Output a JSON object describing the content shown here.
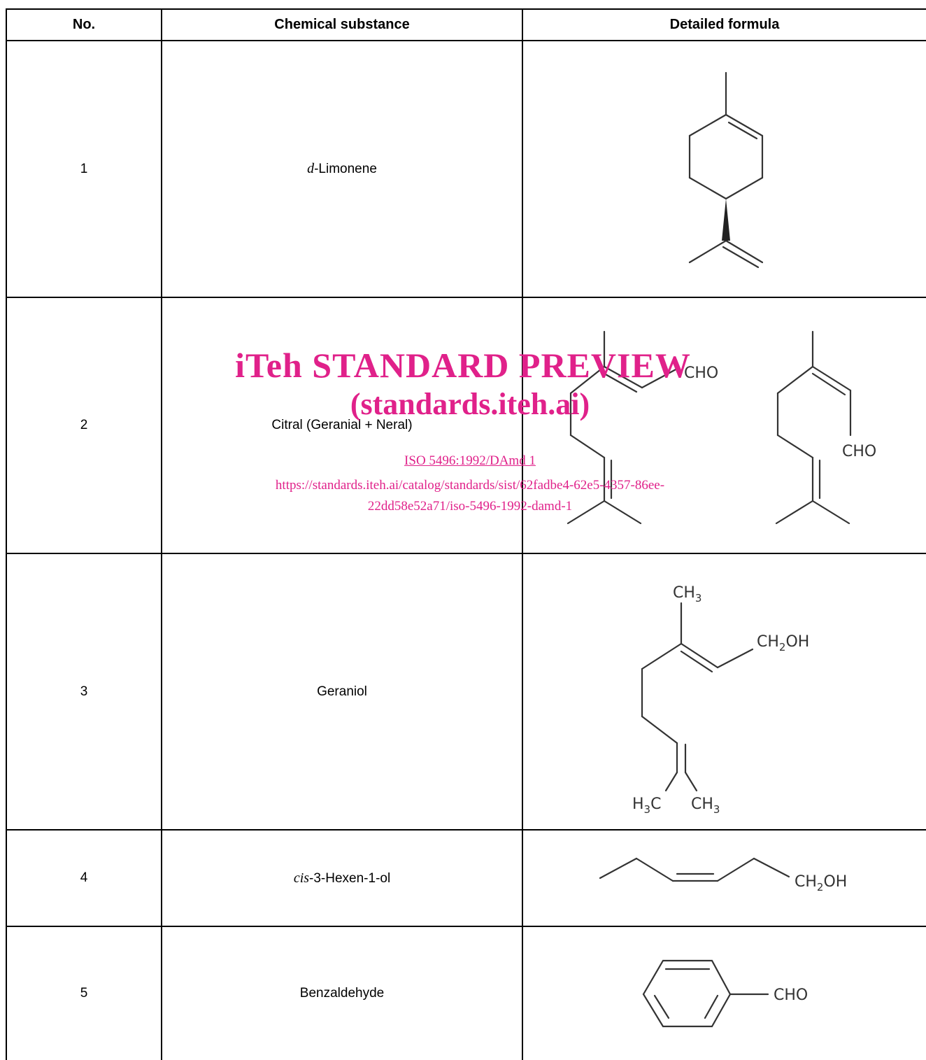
{
  "table": {
    "headers": {
      "no": "No.",
      "substance": "Chemical substance",
      "formula": "Detailed formula"
    },
    "rows": [
      {
        "no": "1",
        "prefix": "d",
        "name": "-Limonene",
        "formula_labels": []
      },
      {
        "no": "2",
        "prefix": "",
        "name": "Citral (Geranial + Neral)",
        "formula_labels": [
          "CHO",
          "CHO"
        ]
      },
      {
        "no": "3",
        "prefix": "",
        "name": "Geraniol",
        "formula_labels": [
          "CH",
          "3",
          "CH",
          "2",
          "OH",
          "H",
          "3",
          "C",
          "CH",
          "3"
        ]
      },
      {
        "no": "4",
        "prefix": "cis",
        "name": "-3-Hexen-1-ol",
        "formula_labels": [
          "CH",
          "2",
          "OH"
        ]
      },
      {
        "no": "5",
        "prefix": "",
        "name": "Benzaldehyde",
        "formula_labels": [
          "CHO"
        ]
      }
    ]
  },
  "watermark": {
    "line1": "iTeh STANDARD PREVIEW",
    "line2": "(standards.iteh.ai)",
    "line3": "ISO 5496:1992/DAmd 1",
    "line4": "https://standards.iteh.ai/catalog/standards/sist/62fadbe4-62e5-4357-86ee-",
    "line5": "22dd58e52a71/iso-5496-1992-damd-1"
  },
  "colors": {
    "watermark": "#e0218a",
    "border": "#000000",
    "structure": "#333333"
  }
}
